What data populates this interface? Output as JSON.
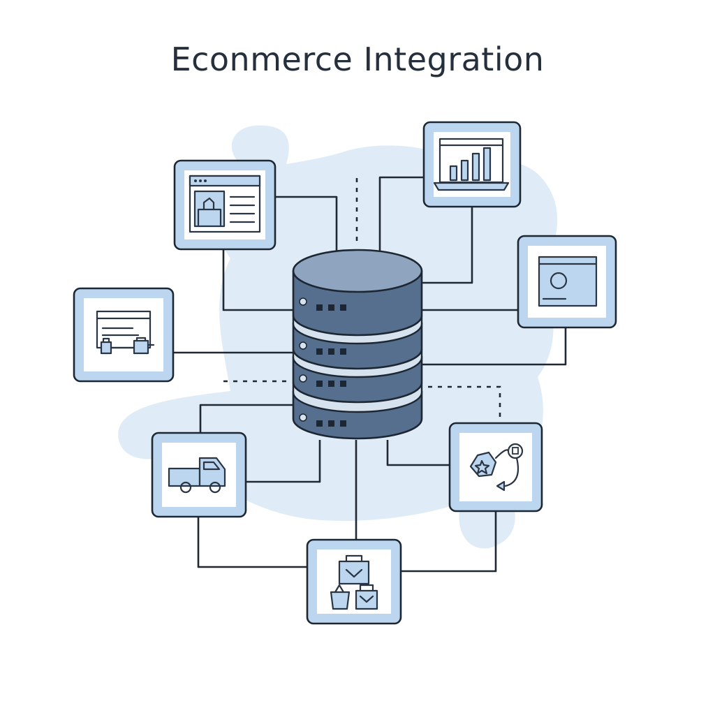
{
  "diagram": {
    "title": "Econmerce Integration",
    "center_node": {
      "icon": "database-server-icon"
    },
    "nodes": [
      {
        "id": "storefront",
        "icon": "storefront-webpage-icon"
      },
      {
        "id": "analytics",
        "icon": "bar-chart-laptop-icon"
      },
      {
        "id": "product-display",
        "icon": "product-window-icon"
      },
      {
        "id": "checkout",
        "icon": "browser-cart-icon"
      },
      {
        "id": "shipping",
        "icon": "delivery-truck-icon"
      },
      {
        "id": "loyalty",
        "icon": "star-badge-flow-icon"
      },
      {
        "id": "inventory",
        "icon": "shopping-bags-icon"
      }
    ]
  },
  "colors": {
    "tile_fill": "#bcd6ef",
    "outline": "#1d2733",
    "database_body": "#566f8e",
    "database_top": "#8fa5bf",
    "background_blob": "#dce9f5"
  }
}
